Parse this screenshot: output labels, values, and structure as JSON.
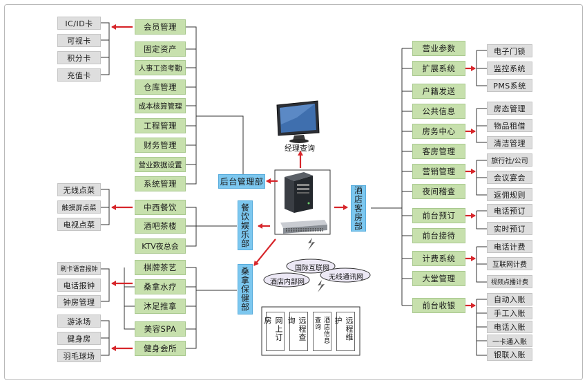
{
  "left_groups": {
    "member_cards": [
      "IC/ID卡",
      "可视卡",
      "积分卡",
      "充值卡"
    ],
    "back_office": [
      "会员管理",
      "固定资产",
      "人事工资考勤",
      "仓库管理",
      "成本核算管理",
      "工程管理",
      "财务管理",
      "营业数据设置",
      "系统管理"
    ],
    "dining_orders": [
      "无线点菜",
      "触摸屏点菜",
      "电视点菜"
    ],
    "dining": [
      "中西餐饮",
      "酒吧茶楼",
      "KTV夜总会"
    ],
    "sauna_services": [
      "刷卡语音报钟",
      "电话报钟",
      "钟房管理"
    ],
    "sauna": [
      "棋牌茶艺",
      "桑拿水疗",
      "沐足推拿",
      "美容SPA",
      "健身会所"
    ],
    "fitness": [
      "游泳场",
      "健身房",
      "羽毛球场"
    ]
  },
  "center": {
    "back_office_dept": "后台管理部",
    "dining_dept": "餐饮娱乐部",
    "sauna_dept": "桑拿保健部",
    "guest_dept": "酒店客房部",
    "manager_query": "经理查询",
    "cloud": [
      "国际互联网",
      "酒店内部网",
      "无线通讯网"
    ],
    "bottom_services": [
      "网上订房",
      "远程查询",
      "酒店信息查询",
      "远程维护"
    ]
  },
  "right_groups": {
    "guest_modules": [
      "营业参数",
      "扩展系统",
      "户籍发送",
      "公共信息",
      "房务中心",
      "客房管理",
      "营销管理",
      "夜间稽查",
      "前台预订",
      "前台接待",
      "计费系统",
      "大堂管理",
      "前台收银"
    ],
    "extension": [
      "电子门锁",
      "监控系统",
      "PMS系统"
    ],
    "housekeeping": [
      "房态管理",
      "物品租借",
      "清洁管理"
    ],
    "marketing": [
      "旅行社/公司",
      "会议宴会",
      "返佣规则"
    ],
    "reservation": [
      "电话预订",
      "实时预订"
    ],
    "billing": [
      "电话计费",
      "互联网计费",
      "视频点播计费"
    ],
    "cashier": [
      "自动入账",
      "手工入账",
      "电话入账",
      "一卡通入账",
      "银联入账"
    ]
  },
  "colors": {
    "green": "#c7e0ad",
    "gray": "#dedede",
    "blue": "#7cc7ef",
    "arrow": "#d7262b",
    "line": "#333333"
  }
}
